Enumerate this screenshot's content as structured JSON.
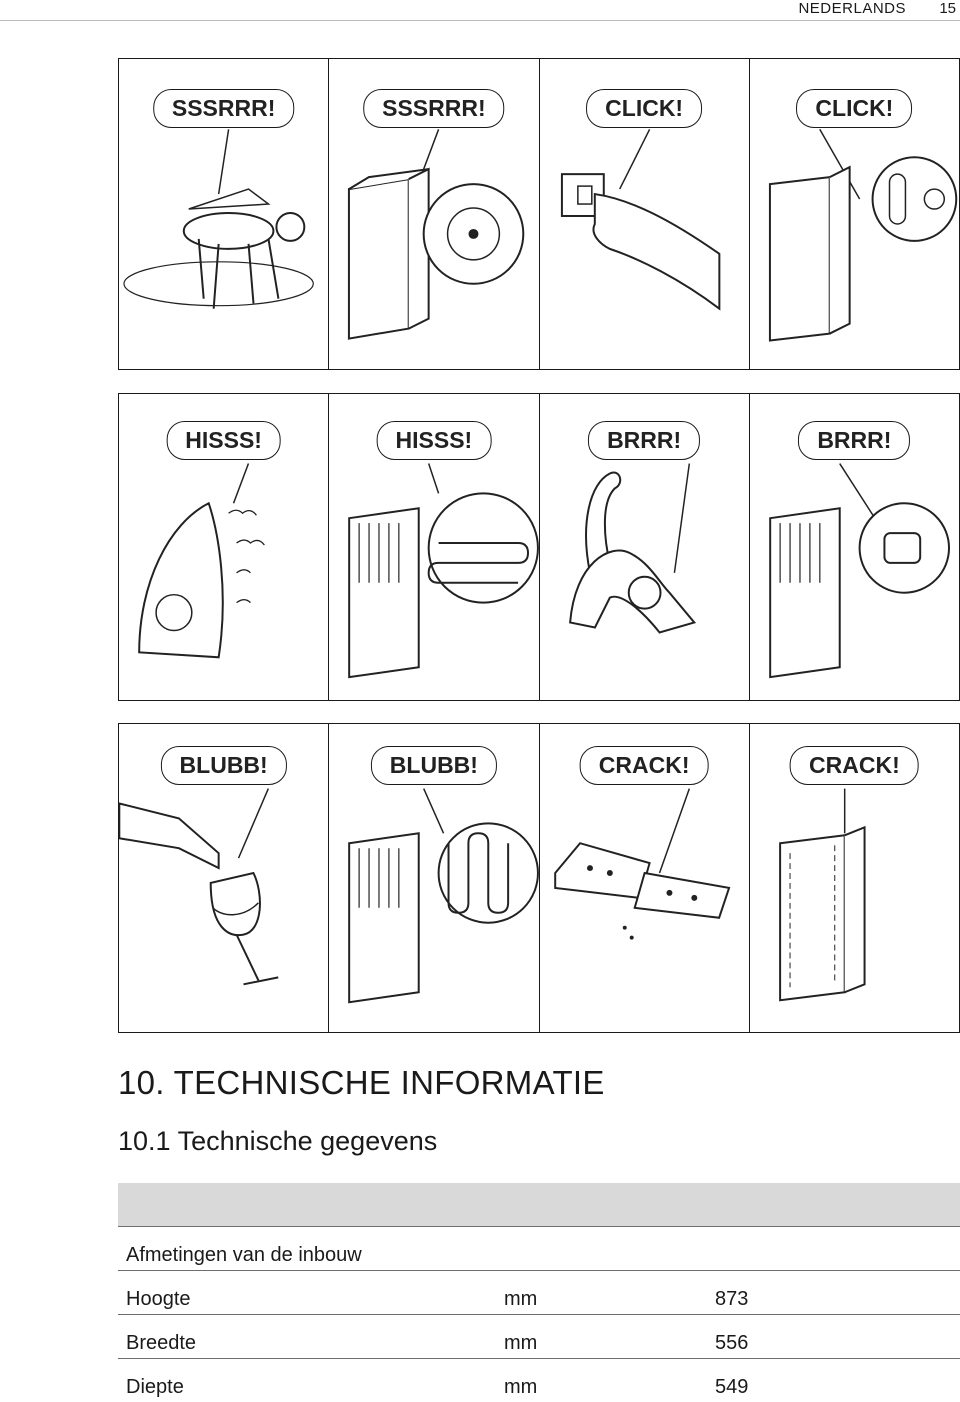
{
  "header": {
    "language": "NEDERLANDS",
    "page_number": "15"
  },
  "strips": [
    {
      "panels": [
        {
          "sound": "SSSRRR!",
          "icon": "fly-icon"
        },
        {
          "sound": "SSSRRR!",
          "icon": "fan-icon"
        },
        {
          "sound": "CLICK!",
          "icon": "switch-icon"
        },
        {
          "sound": "CLICK!",
          "icon": "thermostat-icon"
        }
      ]
    },
    {
      "panels": [
        {
          "sound": "HISSS!",
          "icon": "iron-icon"
        },
        {
          "sound": "HISSS!",
          "icon": "refrigerant-coil-icon"
        },
        {
          "sound": "BRRR!",
          "icon": "cat-icon"
        },
        {
          "sound": "BRRR!",
          "icon": "compressor-icon"
        }
      ]
    },
    {
      "panels": [
        {
          "sound": "BLUBB!",
          "icon": "wine-bottle-icon"
        },
        {
          "sound": "BLUBB!",
          "icon": "condenser-icon"
        },
        {
          "sound": "CRACK!",
          "icon": "cracker-icon"
        },
        {
          "sound": "CRACK!",
          "icon": "appliance-icon"
        }
      ]
    }
  ],
  "section": {
    "title": "10. TECHNISCHE INFORMATIE"
  },
  "subsection": {
    "title": "10.1 Technische gegevens"
  },
  "table": {
    "group_label": "Afmetingen van de inbouw",
    "rows": [
      {
        "label": "Hoogte",
        "unit": "mm",
        "value": "873"
      },
      {
        "label": "Breedte",
        "unit": "mm",
        "value": "556"
      },
      {
        "label": "Diepte",
        "unit": "mm",
        "value": "549"
      }
    ]
  }
}
